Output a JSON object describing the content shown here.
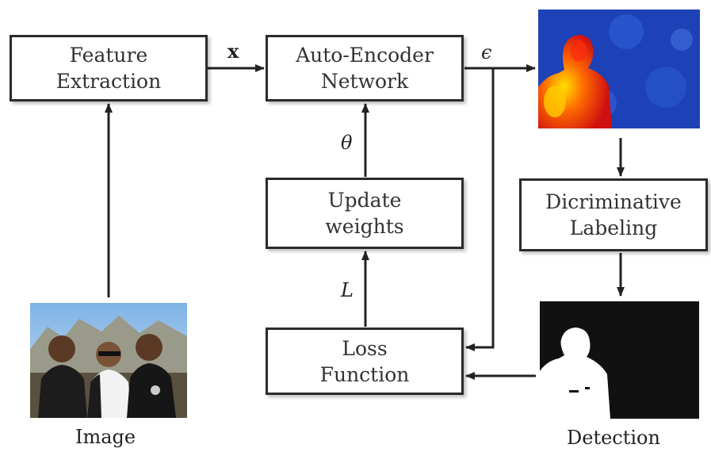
{
  "boxes": {
    "feature_extraction": {
      "line1": "Feature",
      "line2": "Extraction"
    },
    "auto_encoder": {
      "line1": "Auto-Encoder",
      "line2": "Network"
    },
    "update_weights": {
      "line1": "Update",
      "line2": "weights"
    },
    "loss_function": {
      "line1": "Loss",
      "line2": "Function"
    },
    "discriminative_labeling": {
      "line1": "Dicriminative",
      "line2": "Labeling"
    }
  },
  "symbols": {
    "x": "x",
    "epsilon": "ϵ",
    "theta": "θ",
    "loss": "L"
  },
  "captions": {
    "image": "Image",
    "detection": "Detection"
  },
  "colors": {
    "line": "#222222",
    "heatmap_background": "#1a3fae",
    "heatmap_hot": "#e02010",
    "mask_background": "#111111",
    "mask_foreground": "#ffffff"
  }
}
